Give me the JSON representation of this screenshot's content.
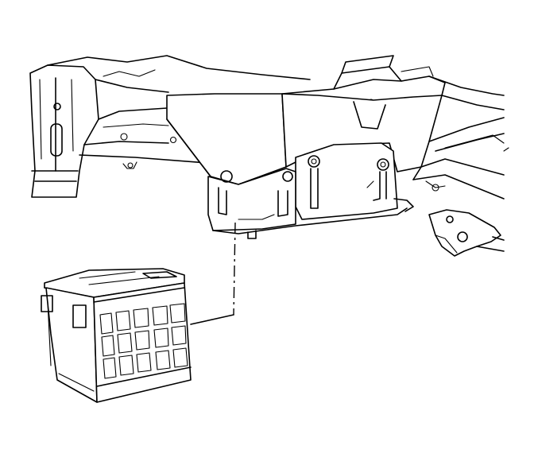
{
  "diagram": {
    "parts": [
      {
        "id": "frame-rail-left",
        "label": ""
      },
      {
        "id": "battery-tray-bracket",
        "label": ""
      },
      {
        "id": "underbody-brace",
        "label": ""
      },
      {
        "id": "battery-box",
        "label": ""
      }
    ],
    "colors": {
      "line": "#000000",
      "background": "#ffffff"
    }
  }
}
